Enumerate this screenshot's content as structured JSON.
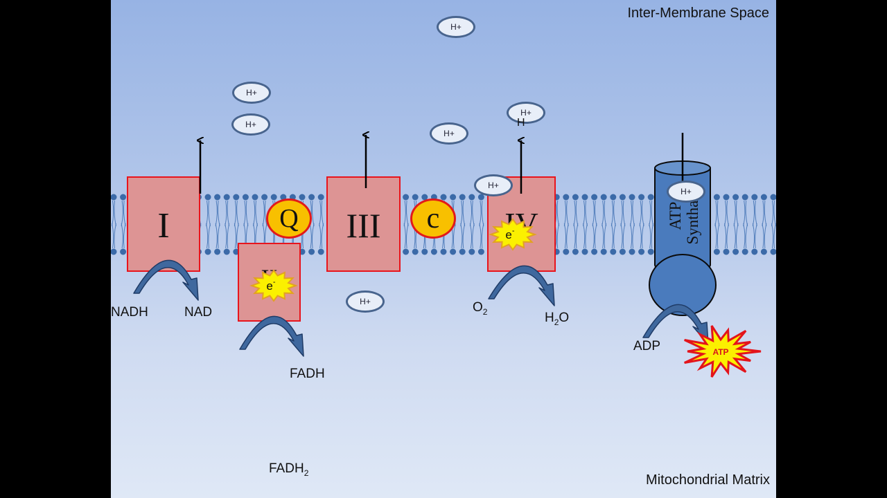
{
  "regions": {
    "top": "Inter-Membrane Space",
    "bottom": "Mitochondrial Matrix"
  },
  "complexes": {
    "c1": "I",
    "c2": "II",
    "c3": "III",
    "c4": "IV"
  },
  "carriers": {
    "q": "Q",
    "c": "c"
  },
  "atp_synthase": {
    "line1": "ATP",
    "line2": "Synthase"
  },
  "electron": "e",
  "electron_sup": "-",
  "proton": "H+",
  "stray_h": "H",
  "molecules": {
    "nadh": "NADH",
    "nad": "NAD",
    "fadh": "FADH",
    "fadh2": "FADH",
    "fadh2_sub": "2",
    "o2": "O",
    "o2_sub": "2",
    "h2o_h": "H",
    "h2o_sub": "2",
    "h2o_o": "O",
    "adp": "ADP",
    "atp": "ATP"
  },
  "colors": {
    "complex_fill": "#dd9494",
    "complex_border": "#e8141c",
    "carrier_fill": "#f8c000",
    "synthase_fill": "#4a7bbd",
    "arrow_fill": "#3f689e",
    "electron_fill": "#fbf000",
    "lipid_head": "#3b6aa8"
  }
}
